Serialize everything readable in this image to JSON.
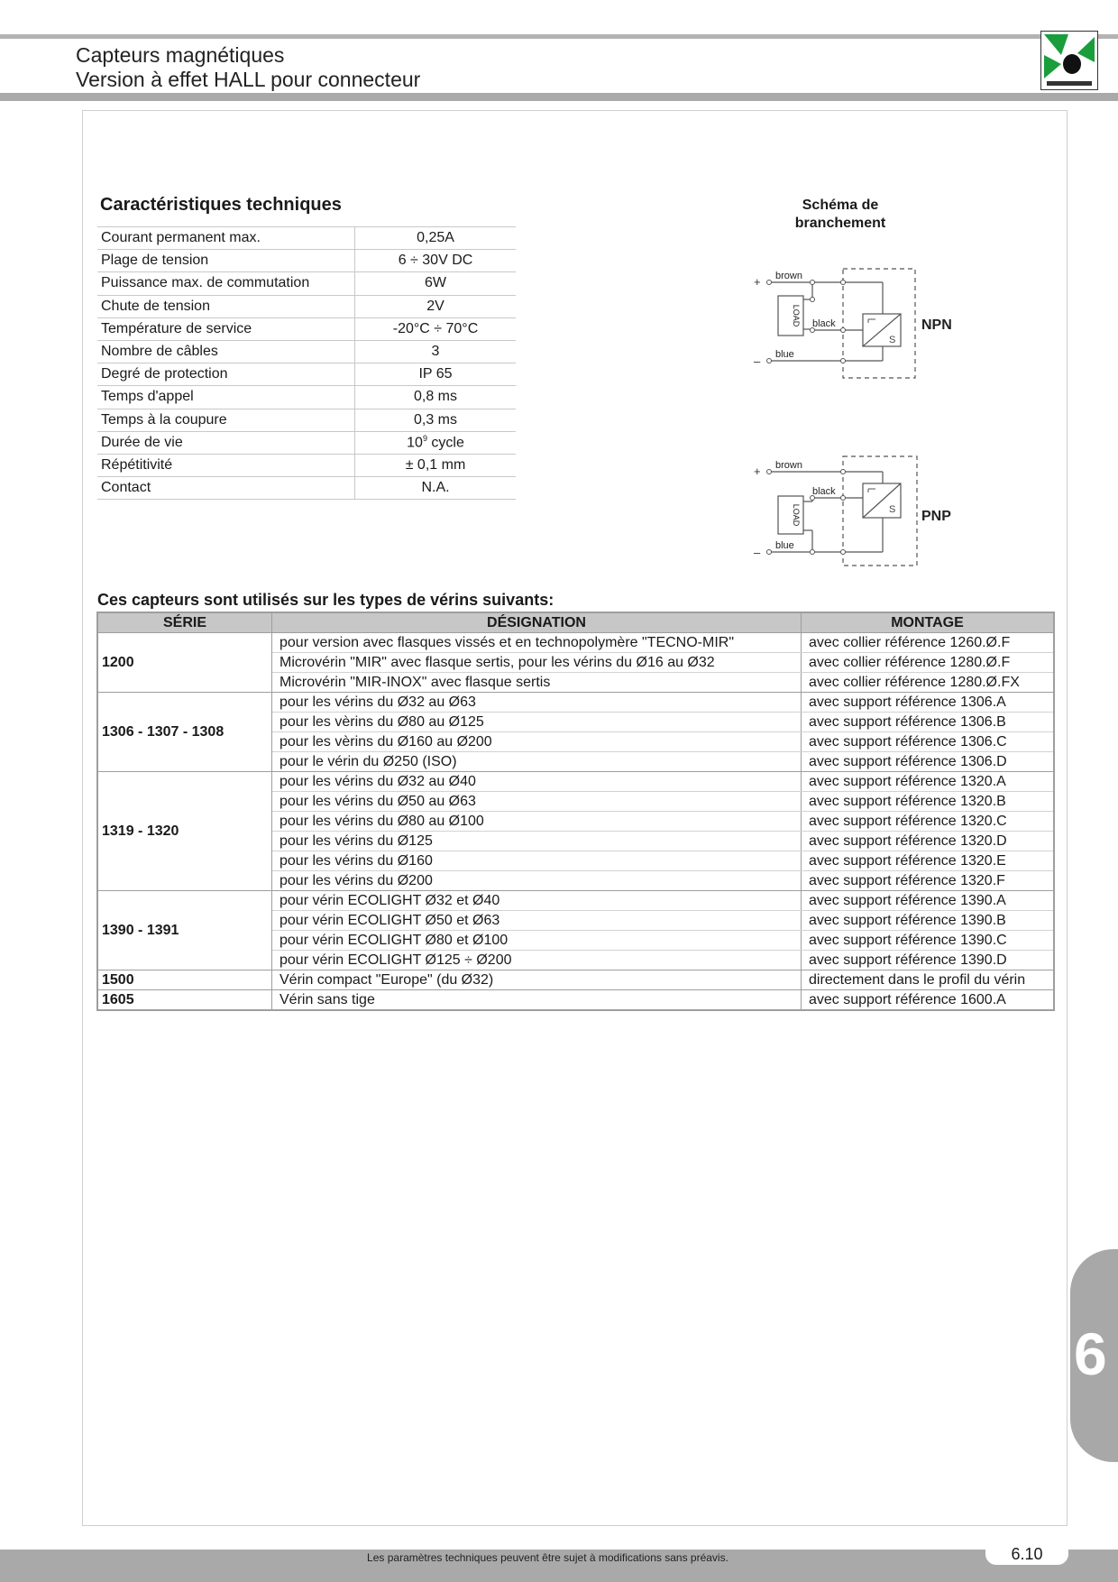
{
  "header": {
    "title_line1": "Capteurs magnétiques",
    "title_line2": "Version à effet HALL pour connecteur"
  },
  "colors": {
    "logo_green": "#1a9e3c",
    "logo_black": "#111111",
    "gray_bar": "#a9a9a9"
  },
  "specs": {
    "title": "Caractéristiques techniques",
    "rows": [
      {
        "label": "Courant permanent max.",
        "value": "0,25A"
      },
      {
        "label": "Plage de tension",
        "value": "6 ÷ 30V DC"
      },
      {
        "label": "Puissance max. de commutation",
        "value": "6W"
      },
      {
        "label": "Chute de tension",
        "value": "2V"
      },
      {
        "label": "Température de service",
        "value": "-20°C ÷ 70°C"
      },
      {
        "label": "Nombre de câbles",
        "value": "3"
      },
      {
        "label": "Degré de protection",
        "value": "IP 65"
      },
      {
        "label": "Temps d'appel",
        "value": "0,8 ms"
      },
      {
        "label": "Temps à la coupure",
        "value": "0,3 ms"
      },
      {
        "label": "Durée de vie",
        "value": "10",
        "sup": "9",
        "value_suffix": " cycle"
      },
      {
        "label": "Répétitivité",
        "value": "± 0,1 mm"
      },
      {
        "label": "Contact",
        "value": "N.A."
      }
    ]
  },
  "schema": {
    "title_line1": "Schéma de",
    "title_line2": "branchement",
    "npn": {
      "label": "NPN",
      "brown": "brown",
      "black": "black",
      "blue": "blue",
      "load": "LOAD",
      "plus": "+",
      "minus": "–"
    },
    "pnp": {
      "label": "PNP",
      "brown": "brown",
      "black": "black",
      "blue": "blue",
      "load": "LOAD",
      "plus": "+",
      "minus": "–"
    }
  },
  "usage": {
    "title": "Ces capteurs sont utilisés sur les types de vérins suivants:",
    "headers": {
      "serie": "SÉRIE",
      "designation": "DÉSIGNATION",
      "montage": "MONTAGE"
    },
    "groups": [
      {
        "serie": "1200",
        "rows": [
          {
            "designation": "pour version avec flasques vissés et en technopolymère \"TECNO-MIR\"",
            "montage": "avec collier référence 1260.Ø.F"
          },
          {
            "designation": "Microvérin \"MIR\" avec flasque sertis, pour les vérins du Ø16 au Ø32",
            "montage": "avec collier référence 1280.Ø.F"
          },
          {
            "designation": "Microvérin \"MIR-INOX\" avec flasque sertis",
            "montage": "avec collier référence 1280.Ø.FX"
          }
        ]
      },
      {
        "serie": "1306 - 1307 - 1308",
        "rows": [
          {
            "designation": "pour les vérins du Ø32 au Ø63",
            "montage": "avec support référence 1306.A"
          },
          {
            "designation": "pour les vèrins du Ø80 au Ø125",
            "montage": "avec support référence 1306.B"
          },
          {
            "designation": "pour les vèrins du Ø160 au Ø200",
            "montage": "avec support référence 1306.C"
          },
          {
            "designation": "pour le vérin du Ø250 (ISO)",
            "montage": "avec support référence 1306.D"
          }
        ]
      },
      {
        "serie": "1319 - 1320",
        "rows": [
          {
            "designation": "pour les vérins du Ø32 au Ø40",
            "montage": "avec support référence 1320.A"
          },
          {
            "designation": "pour les vérins du Ø50 au Ø63",
            "montage": "avec support référence 1320.B"
          },
          {
            "designation": "pour les vérins du Ø80 au Ø100",
            "montage": "avec support référence 1320.C"
          },
          {
            "designation": "pour les vérins du Ø125",
            "montage": "avec support référence 1320.D"
          },
          {
            "designation": "pour les vérins du Ø160",
            "montage": "avec support référence 1320.E"
          },
          {
            "designation": "pour les vérins du Ø200",
            "montage": "avec support référence 1320.F"
          }
        ]
      },
      {
        "serie": "1390 - 1391",
        "rows": [
          {
            "designation": "pour vérin ECOLIGHT Ø32 et Ø40",
            "montage": "avec support référence 1390.A"
          },
          {
            "designation": "pour vérin ECOLIGHT Ø50 et Ø63",
            "montage": "avec support référence 1390.B"
          },
          {
            "designation": "pour vérin ECOLIGHT Ø80 et Ø100",
            "montage": "avec support référence 1390.C"
          },
          {
            "designation": "pour vérin ECOLIGHT Ø125 ÷ Ø200",
            "montage": "avec support référence 1390.D"
          }
        ]
      },
      {
        "serie": "1500",
        "rows": [
          {
            "designation": "Vérin compact \"Europe\" (du Ø32)",
            "montage": "directement dans le profil du vérin"
          }
        ]
      },
      {
        "serie": "1605",
        "rows": [
          {
            "designation": "Vérin sans tige",
            "montage": "avec support référence 1600.A"
          }
        ]
      }
    ]
  },
  "side_tab": "6",
  "footer": {
    "note": "Les paramètres techniques peuvent être sujet à modifications sans préavis.",
    "page": "6.10"
  }
}
